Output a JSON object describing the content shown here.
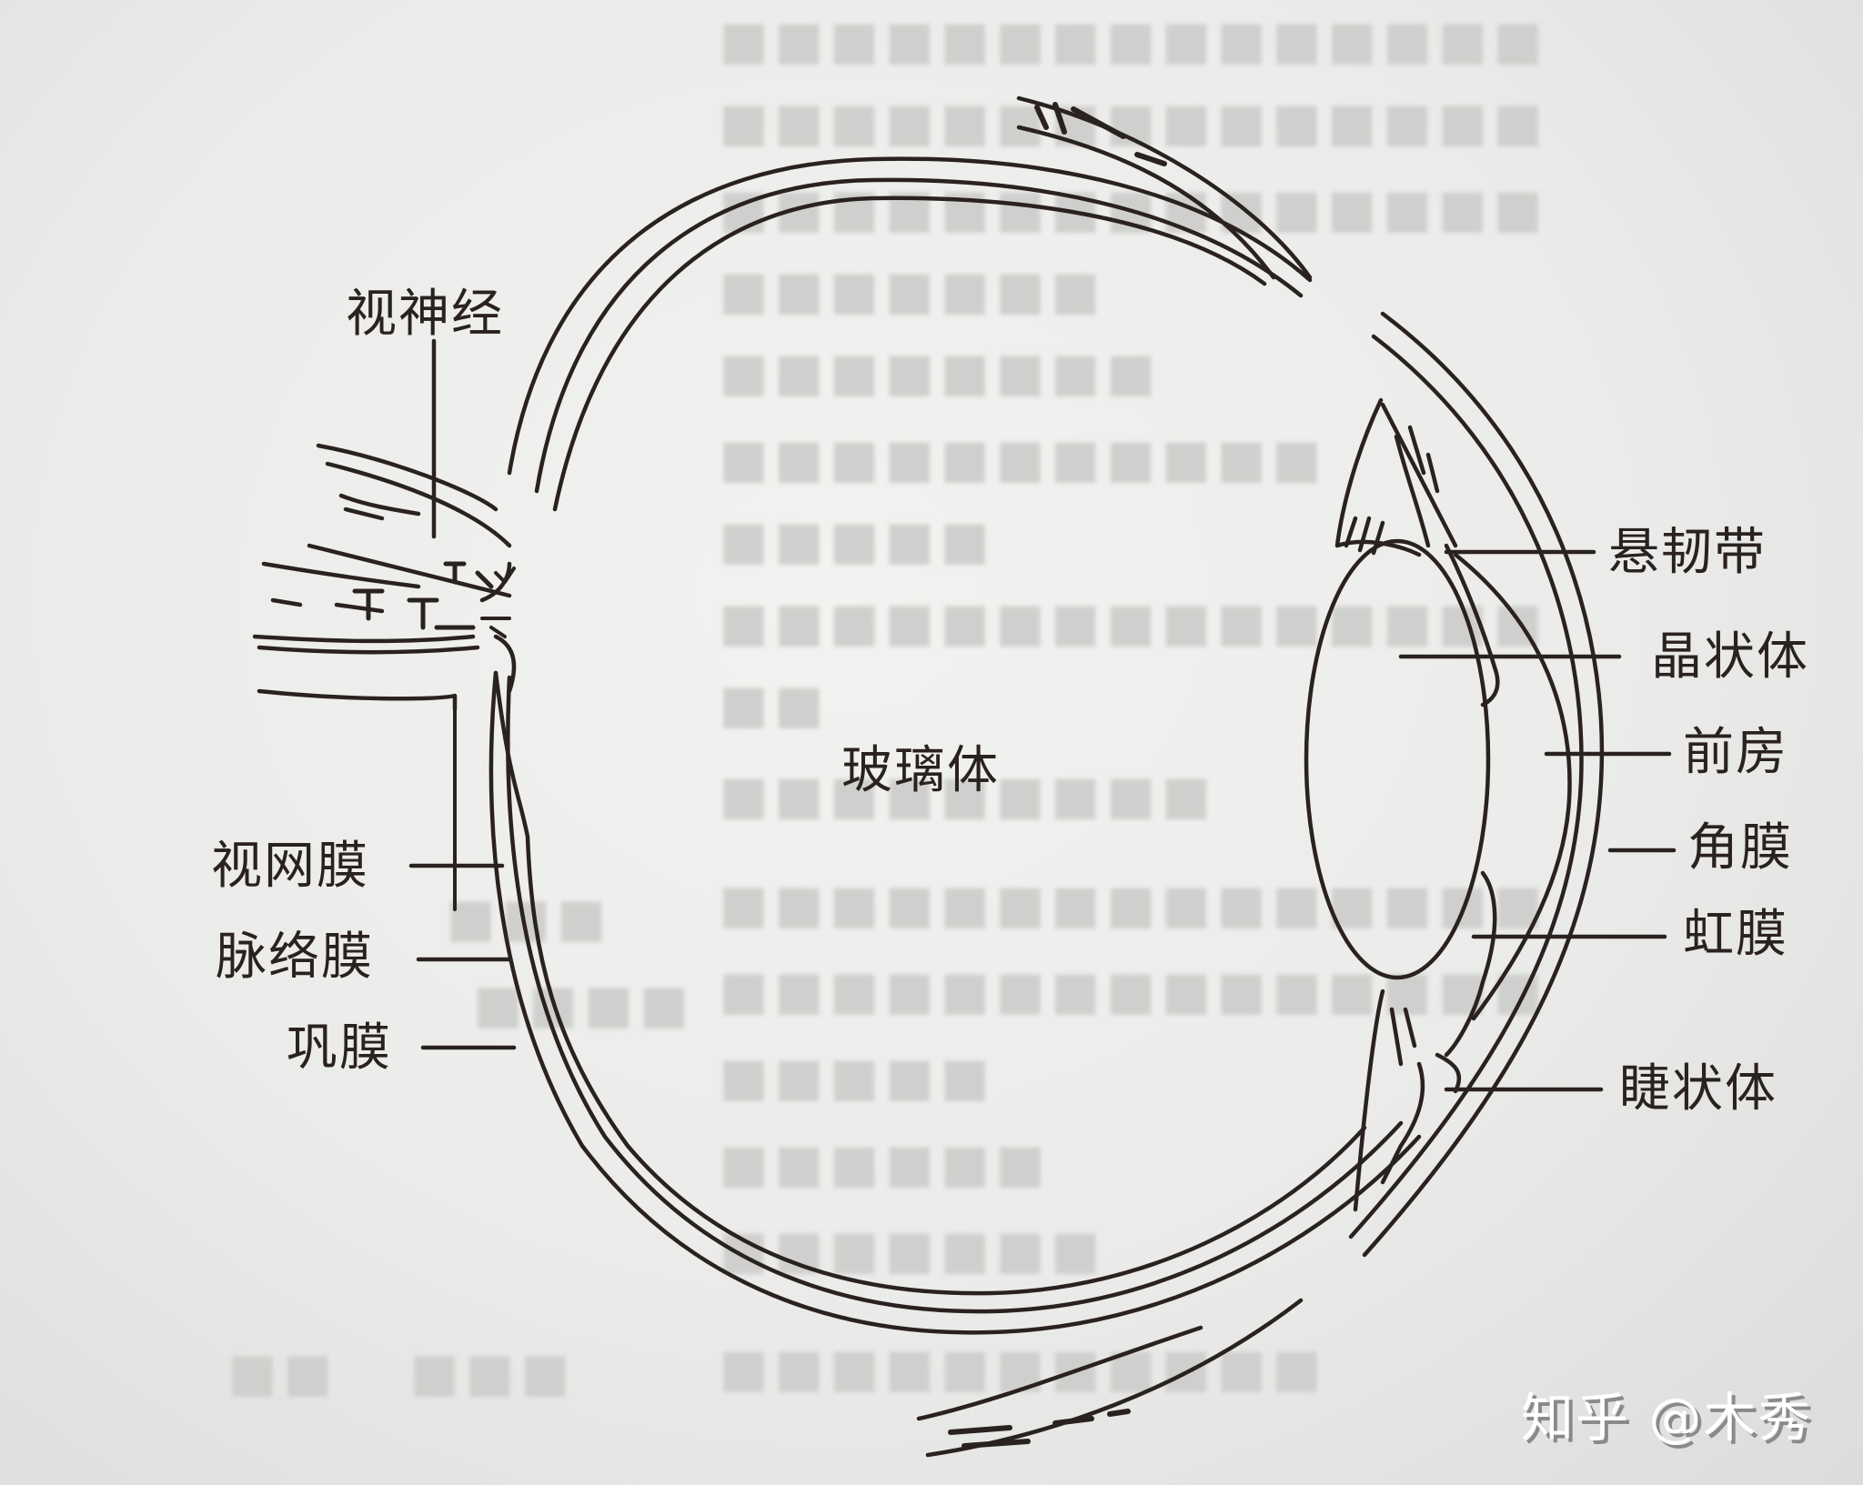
{
  "diagram": {
    "subject": "人眼球结构剖面图",
    "colors": {
      "ink": "#2a2220",
      "paper": "#ececea",
      "bleed_through": "#cfcfcd"
    },
    "center_label": "玻璃体",
    "labels_left": [
      {
        "id": "optic-nerve",
        "text": "视神经"
      },
      {
        "id": "retina",
        "text": "视网膜"
      },
      {
        "id": "choroid",
        "text": "脉络膜"
      },
      {
        "id": "sclera",
        "text": "巩膜"
      }
    ],
    "labels_right": [
      {
        "id": "zonule",
        "text": "悬韧带"
      },
      {
        "id": "lens",
        "text": "晶状体"
      },
      {
        "id": "anterior-chamber",
        "text": "前房"
      },
      {
        "id": "cornea",
        "text": "角膜"
      },
      {
        "id": "iris",
        "text": "虹膜"
      },
      {
        "id": "ciliary-body",
        "text": "睫状体"
      }
    ]
  },
  "watermark": {
    "text": "知乎 @木秀"
  }
}
